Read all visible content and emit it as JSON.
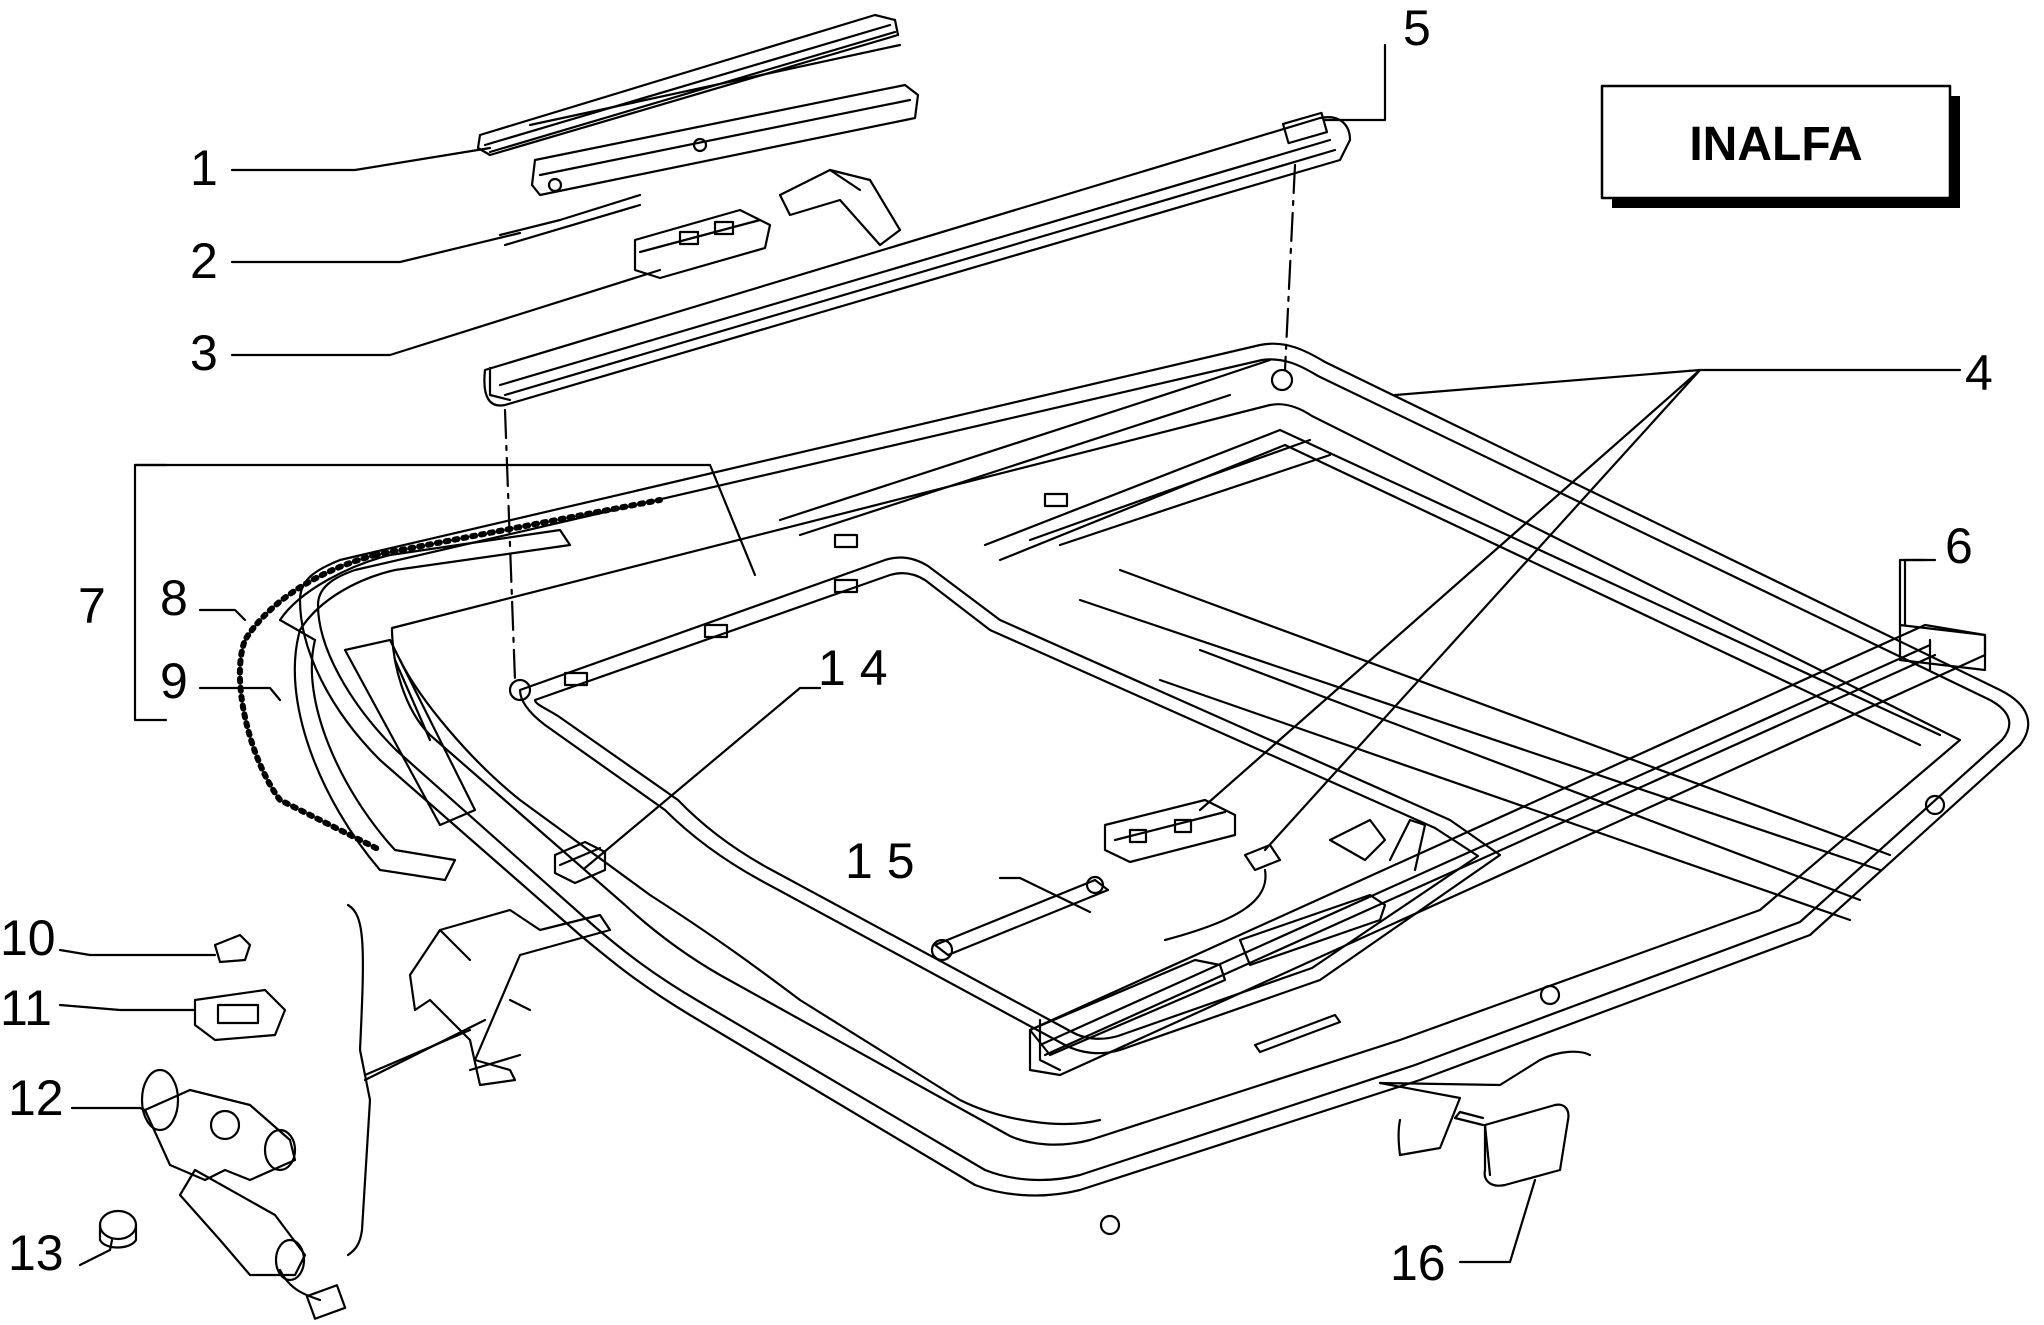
{
  "brand": {
    "text": "INALFA"
  },
  "callouts": [
    {
      "id": "1",
      "label": "1"
    },
    {
      "id": "2",
      "label": "2"
    },
    {
      "id": "3",
      "label": "3"
    },
    {
      "id": "4",
      "label": "4"
    },
    {
      "id": "5",
      "label": "5"
    },
    {
      "id": "6",
      "label": "6"
    },
    {
      "id": "7",
      "label": "7"
    },
    {
      "id": "8",
      "label": "8"
    },
    {
      "id": "9",
      "label": "9"
    },
    {
      "id": "10",
      "label": "10"
    },
    {
      "id": "11",
      "label": "11"
    },
    {
      "id": "12",
      "label": "12"
    },
    {
      "id": "13",
      "label": "13"
    },
    {
      "id": "14",
      "label": "1 4"
    },
    {
      "id": "15",
      "label": "1 5"
    },
    {
      "id": "16",
      "label": "16"
    }
  ],
  "colors": {
    "ink": "#000000",
    "paper": "#ffffff"
  }
}
